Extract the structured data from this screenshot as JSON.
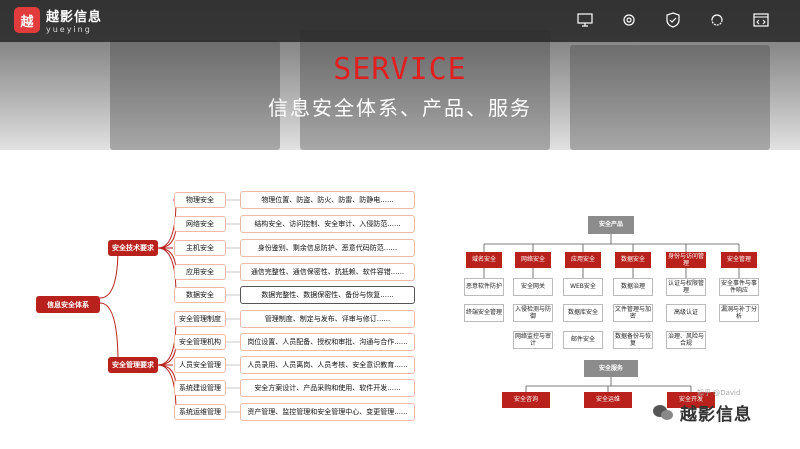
{
  "header": {
    "logo_mark": "越",
    "logo_cn": "越影信息",
    "logo_en": "yueying",
    "title": "SERVICE",
    "subtitle": "信息安全体系、产品、服务",
    "nav_icons": [
      "monitor-icon",
      "settings-cloud-icon",
      "shield-check-icon",
      "refresh-sync-icon",
      "code-window-icon"
    ]
  },
  "left_diagram": {
    "root": "信息安全体系",
    "tech": {
      "label": "安全技术要求",
      "items": [
        {
          "name": "物理安全",
          "desc": "物理位置、防盗、防火、防雷、防静电......"
        },
        {
          "name": "网络安全",
          "desc": "结构安全、访问控制、安全审计、入侵防范......"
        },
        {
          "name": "主机安全",
          "desc": "身份鉴别、剩余信息防护、恶意代码防范......"
        },
        {
          "name": "应用安全",
          "desc": "通信完整性、通信保密性、抗抵赖、软件容错......"
        },
        {
          "name": "数据安全",
          "desc": "数据完整性、数据保密性、备份与恢复......"
        }
      ]
    },
    "mgmt": {
      "label": "安全管理要求",
      "items": [
        {
          "name": "安全管理制度",
          "desc": "管理制度、制定与发布、评审与修订......"
        },
        {
          "name": "安全管理机构",
          "desc": "岗位设置、人员配备、授权和审批、沟通与合作......"
        },
        {
          "name": "人员安全管理",
          "desc": "人员录用、人员离岗、人员考核、安全意识教育......"
        },
        {
          "name": "系统建设管理",
          "desc": "安全方案设计、产品采购和使用、软件开发......"
        },
        {
          "name": "系统运维管理",
          "desc": "资产管理、监控管理和安全管理中心、变更管理......"
        }
      ]
    }
  },
  "right_diagram": {
    "products_title": "安全产品",
    "categories": [
      "域名安全",
      "网络安全",
      "应用安全",
      "数据安全",
      "身份与访问管理",
      "安全管理"
    ],
    "sub_items": [
      [
        "恶意软件防护",
        "终端安全管理"
      ],
      [
        "安全网关",
        "入侵检测与防御",
        "网络监控与审计"
      ],
      [
        "WEB安全",
        "数据库安全",
        "邮件安全"
      ],
      [
        "数据治理",
        "文件管理与加密",
        "数据备份与恢复"
      ],
      [
        "认证与权限管理",
        "高级认证",
        "治理、风险与合规"
      ],
      [
        "安全事件与事件响应",
        "漏洞与补丁分析"
      ]
    ],
    "services_title": "安全服务",
    "services": [
      "安全咨询",
      "安全运维",
      "安全开发"
    ]
  },
  "watermark": "知乎 @David",
  "wechat_name": "越影信息"
}
